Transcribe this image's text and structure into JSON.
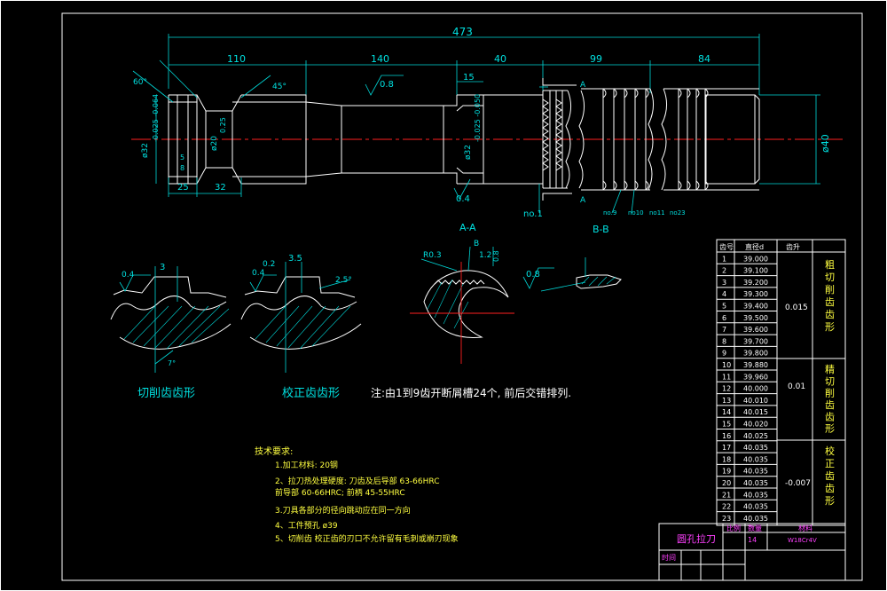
{
  "dimensions": {
    "overall": "473",
    "seg1": "110",
    "seg2": "140",
    "seg3": "40",
    "seg4": "99",
    "seg5": "84",
    "seg_15": "15",
    "d_40": "ø40",
    "d_left_top": "ø32",
    "d_left_tol": "-0.025 -0.064",
    "d_neck": "ø20",
    "d_neck_tol": "0.25",
    "d_mid": "ø32",
    "d_mid_tol": "-0.025 -0.050",
    "len_25": "25",
    "len_32": "32",
    "len_5": "5",
    "len_8": "8",
    "angle_60": "60°",
    "angle_45": "45°",
    "rough_08_a": "0.8",
    "rough_04_a": "0.4",
    "rough_08_b": "0.8"
  },
  "section_labels": {
    "aa": "A-A",
    "bb": "B-B",
    "a_marker": "A",
    "no1": "no.1",
    "no9": "no.9",
    "no10": "no10",
    "no11": "no11",
    "no23": "no23"
  },
  "details": {
    "cut_title": "切削齿齿形",
    "calib_title": "校正齿齿形",
    "note": "注:由1到9齿开断屑槽24个, 前后交错排列.",
    "cut_rough": "0.4",
    "cut_pitch": "3",
    "calib_rough1": "0.2",
    "calib_rough2": "0.4",
    "calib_pitch": "3.5",
    "calib_angle": "2.5°",
    "cut_angle": "7°",
    "aa_r": "R0.3",
    "aa_12": "1.2",
    "aa_08": "0.8",
    "aa_b": "B"
  },
  "tech_req": {
    "title": "技术要求:",
    "lines": [
      "1.加工材料: 20钢",
      "2、拉刀热处理硬度: 刀齿及后导部 63-66HRC",
      "前导部 60-66HRC; 前柄 45-55HRC",
      "3.刀具各部分的径向跳动应在同一方向",
      "4、工件预孔 ø39",
      "5、切削齿 校正齿的刃口不允许留有毛刺或崩刃现象"
    ]
  },
  "table": {
    "headers": [
      "齿号",
      "直径d",
      "齿升"
    ],
    "rows": [
      [
        "1",
        "39.000"
      ],
      [
        "2",
        "39.100"
      ],
      [
        "3",
        "39.200"
      ],
      [
        "4",
        "39.300"
      ],
      [
        "5",
        "39.400"
      ],
      [
        "6",
        "39.500"
      ],
      [
        "7",
        "39.600"
      ],
      [
        "8",
        "39.700"
      ],
      [
        "9",
        "39.800"
      ],
      [
        "10",
        "39.880"
      ],
      [
        "11",
        "39.960"
      ],
      [
        "12",
        "40.000"
      ],
      [
        "13",
        "40.010"
      ],
      [
        "14",
        "40.015"
      ],
      [
        "15",
        "40.020"
      ],
      [
        "16",
        "40.025"
      ],
      [
        "17",
        "40.035"
      ],
      [
        "18",
        "40.035"
      ],
      [
        "19",
        "40.035"
      ],
      [
        "20",
        "40.035"
      ],
      [
        "21",
        "40.035"
      ],
      [
        "22",
        "40.035"
      ],
      [
        "23",
        "40.035"
      ]
    ],
    "groups": [
      {
        "rise": "0.015",
        "label": "粗切削齿齿形"
      },
      {
        "rise": "0.01",
        "label": "精切削齿齿形"
      },
      {
        "rise": "-0.007",
        "label": "校正齿齿形"
      }
    ]
  },
  "title_block": {
    "name": "圆孔拉刀",
    "scale_label": "比例",
    "qty_label": "数量",
    "material_label": "材料",
    "qty_value": "14",
    "material_value": "W18Cr4V",
    "time_label": "时间"
  }
}
